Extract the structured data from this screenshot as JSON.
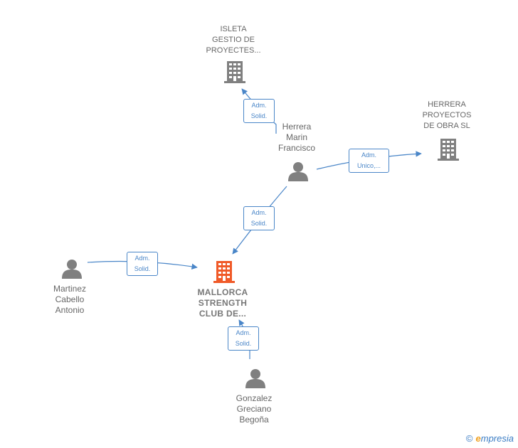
{
  "nodes": {
    "isleta": {
      "label": "ISLETA\nGESTIO DE\nPROYECTES...",
      "icon": "building-icon"
    },
    "herrera_proyectos": {
      "label": "HERRERA\nPROYECTOS\nDE OBRA  SL",
      "icon": "building-icon"
    },
    "herrera_marin": {
      "label": "Herrera\nMarin\nFrancisco",
      "icon": "person-icon"
    },
    "mallorca": {
      "label": "MALLORCA\nSTRENGTH\nCLUB DE...",
      "icon": "building-icon",
      "highlight_color": "#f05a28"
    },
    "martinez": {
      "label": "Martinez\nCabello\nAntonio",
      "icon": "person-icon"
    },
    "gonzalez": {
      "label": "Gonzalez\nGreciano\nBegoña",
      "icon": "person-icon"
    }
  },
  "edges": {
    "e1": "Adm.\nSolid.",
    "e2": "Adm.\nUnico,...",
    "e3": "Adm.\nSolid.",
    "e4": "Adm.\nSolid.",
    "e5": "Adm.\nSolid."
  },
  "colors": {
    "edge": "#4a86c8",
    "icon": "#808080",
    "main": "#f05a28"
  },
  "footer": {
    "copyright": "©",
    "brand_initial": "e",
    "brand_rest": "mpresia"
  }
}
